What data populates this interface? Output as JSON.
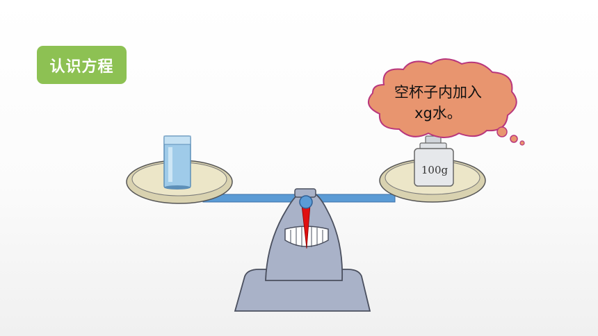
{
  "title": "认识方程",
  "thought_bubble": {
    "line1": "空杯子内加入",
    "line2": "xg水。"
  },
  "weight": {
    "label": "100g"
  },
  "colors": {
    "badge": "#8dc153",
    "bubble_fill": "#e8956f",
    "bubble_stroke": "#b8367c",
    "beam": "#5b9bd5",
    "scale_body": "#a9b2c8",
    "pointer": "#e01010"
  }
}
